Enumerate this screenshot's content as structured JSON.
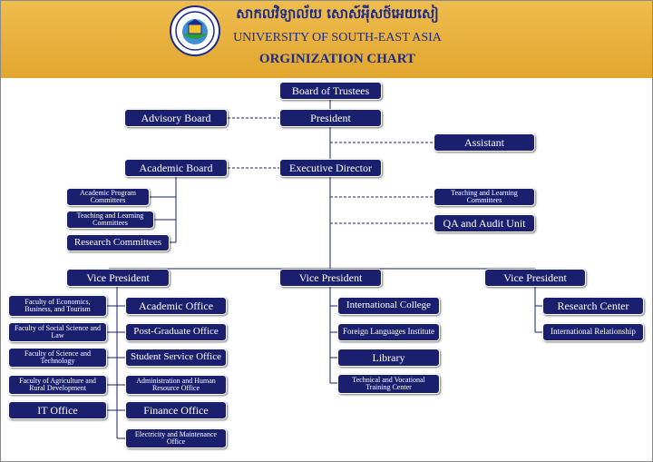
{
  "header": {
    "khmer_name": "សាកលវិទ្យាល័យ សោស៍អុីសថ៍អេយសៀ",
    "university_name": "UNIVERSITY OF SOUTH-EAST ASIA",
    "chart_title": "ORGINIZATION CHART"
  },
  "colors": {
    "header_gold": "#e8b040",
    "node_navy": "#1a1f6e",
    "title_blue": "#1c2a8a"
  },
  "nodes": {
    "board_of_trustees": "Board of Trustees",
    "advisory_board": "Advisory Board",
    "president": "President",
    "assistant": "Assistant",
    "academic_board": "Academic Board",
    "executive_director": "Executive Director",
    "academic_program_committees": "Academic Program Committees",
    "teaching_learning_committees_left": "Teaching and Learning Committees",
    "research_committees": "Research Committees",
    "teaching_learning_committees_right": "Teaching and Learning Committees",
    "qa_audit_unit": "QA and Audit Unit",
    "vice_president_left": "Vice President",
    "vice_president_center": "Vice President",
    "vice_president_right": "Vice President",
    "faculty_economics": "Faculty of Economics, Business, and Tourism",
    "faculty_social_science": "Faculty of Social Science and Law",
    "faculty_science_technology": "Faculty of Science and Technology",
    "faculty_agriculture": "Faculty of Agriculture and Rural Development",
    "it_office": "IT Office",
    "academic_office": "Academic Office",
    "post_graduate_office": "Post-Graduate Office",
    "student_service_office": "Student Service Office",
    "admin_hr_office": "Administration and Human Resource Office",
    "finance_office": "Finance Office",
    "electricity_maintenance_office": "Electricity and Maintenance Office",
    "international_college": "International College",
    "foreign_languages_institute": "Foreign Languages Institute",
    "library": "Library",
    "technical_vocational_center": "Technical and Vocational Training Center",
    "research_center": "Research Center",
    "international_relationship": "International Relationship"
  }
}
